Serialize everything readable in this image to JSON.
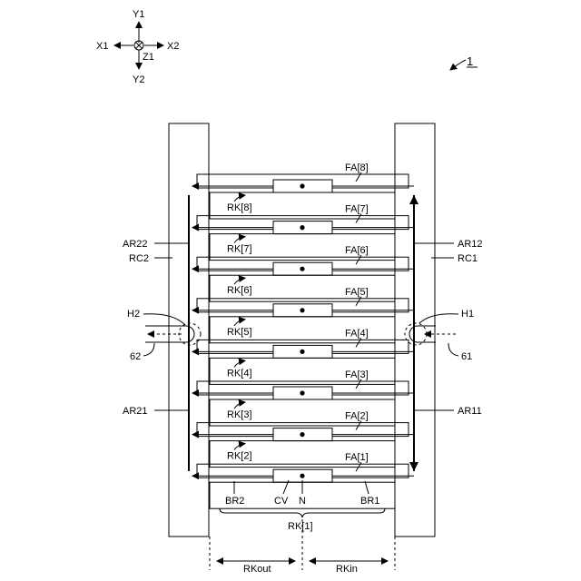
{
  "figure_ref": "1",
  "axes": {
    "y1": "Y1",
    "y2": "Y2",
    "x1": "X1",
    "x2": "X2",
    "z1": "Z1"
  },
  "left_block_labels": {
    "ar22": "AR22",
    "rc2": "RC2",
    "h2": "H2",
    "port_62": "62",
    "ar21": "AR21"
  },
  "right_block_labels": {
    "ar12": "AR12",
    "rc1": "RC1",
    "h1": "H1",
    "port_61": "61",
    "ar11": "AR11"
  },
  "rows": [
    {
      "rk": "RK[8]",
      "fa": "FA[8]"
    },
    {
      "rk": "RK[7]",
      "fa": "FA[7]"
    },
    {
      "rk": "RK[6]",
      "fa": "FA[6]"
    },
    {
      "rk": "RK[5]",
      "fa": "FA[5]"
    },
    {
      "rk": "RK[4]",
      "fa": "FA[4]"
    },
    {
      "rk": "RK[3]",
      "fa": "FA[3]"
    },
    {
      "rk": "RK[2]",
      "fa": "FA[2]"
    },
    {
      "rk": "",
      "fa": "FA[1]"
    }
  ],
  "bottom_labels": {
    "br2": "BR2",
    "cv": "CV",
    "n": "N",
    "br1": "BR1",
    "rk1": "RK[1]"
  },
  "dimension_labels": {
    "rkout": "RKout",
    "rkin": "RKin"
  }
}
